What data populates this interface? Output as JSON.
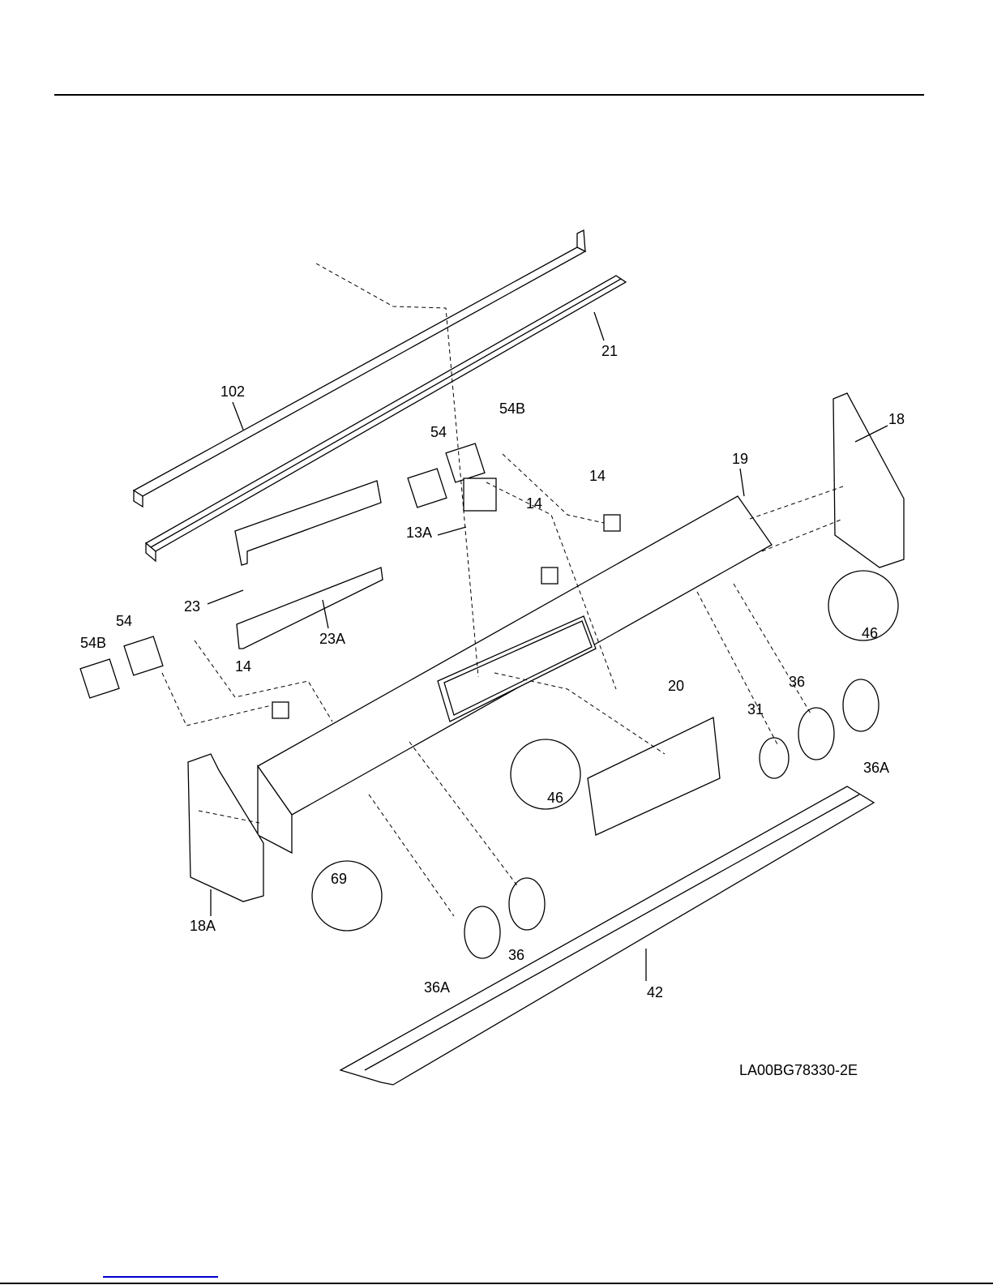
{
  "diagram": {
    "part_labels": [
      "102",
      "21",
      "54B",
      "54",
      "18",
      "19",
      "14",
      "14",
      "13A",
      "23",
      "23A",
      "54",
      "54B",
      "14",
      "46",
      "20",
      "36",
      "31",
      "36A",
      "46",
      "69",
      "18A",
      "36",
      "36A",
      "42"
    ],
    "drawing_code": "LA00BG78330-2E"
  }
}
